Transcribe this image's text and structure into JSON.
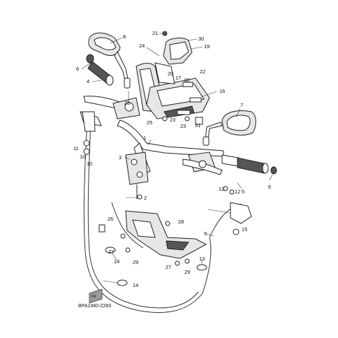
{
  "diagram_code": "BPA1460-Z260",
  "front_badge": "FR",
  "callouts": {
    "c1": "1",
    "c2": "2",
    "c3": "3",
    "c4": "4",
    "c5": "5",
    "c6a": "6",
    "c6b": "6",
    "c7": "7",
    "c8": "8",
    "c9": "9",
    "c10a": "10",
    "c10b": "10",
    "c11": "11",
    "c12a": "12",
    "c12b": "12",
    "c13": "13",
    "c14a": "14",
    "c14b": "14",
    "c15": "15",
    "c16": "16",
    "c17": "17",
    "c18": "18",
    "c19": "19",
    "c20": "20",
    "c21": "21",
    "c22": "22",
    "c23a": "23",
    "c23b": "23",
    "c24": "24",
    "c25a": "25",
    "c25b": "25",
    "c26": "26",
    "c27a": "27",
    "c27b": "27",
    "c28": "28",
    "c29a": "29",
    "c29b": "29",
    "c30": "30",
    "c31": "31"
  }
}
